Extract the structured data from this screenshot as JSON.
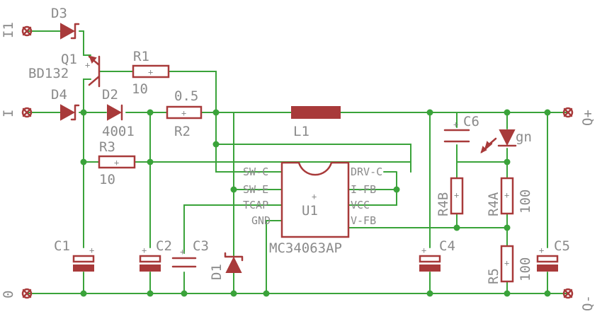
{
  "ports": {
    "i1": "I1",
    "i": "I",
    "zero": "0",
    "q_plus": "Q+",
    "q_minus": "Q-"
  },
  "components": {
    "d3": "D3",
    "q1": "Q1",
    "q1_type": "BD132",
    "r1": "R1",
    "r1_val": "10",
    "d4": "D4",
    "d2": "D2",
    "d2_type": "4001",
    "r2": "R2",
    "r2_val": "0.5",
    "r3": "R3",
    "r3_val": "10",
    "l1": "L1",
    "c6": "C6",
    "led_color": "gn",
    "r4b": "R4B",
    "r4a": "R4A",
    "r4a_val": "100",
    "r5": "R5",
    "r5_val": "100",
    "c1": "C1",
    "c2": "C2",
    "c3": "C3",
    "d1": "D1",
    "c4": "C4",
    "c5": "C5",
    "u1": "U1",
    "u1_type": "MC34063AP"
  },
  "ic_pins": {
    "sw_c": "SW-C",
    "sw_e": "SW-E",
    "tcap": "TCAP",
    "gnd": "GND",
    "drv_c": "DRV-C",
    "i_fb": "I-FB",
    "vcc": "VCC",
    "v_fb": "V-FB"
  },
  "colors": {
    "wire": "#3aa33a",
    "part": "#a83a3a",
    "text": "#8a8a8a"
  }
}
